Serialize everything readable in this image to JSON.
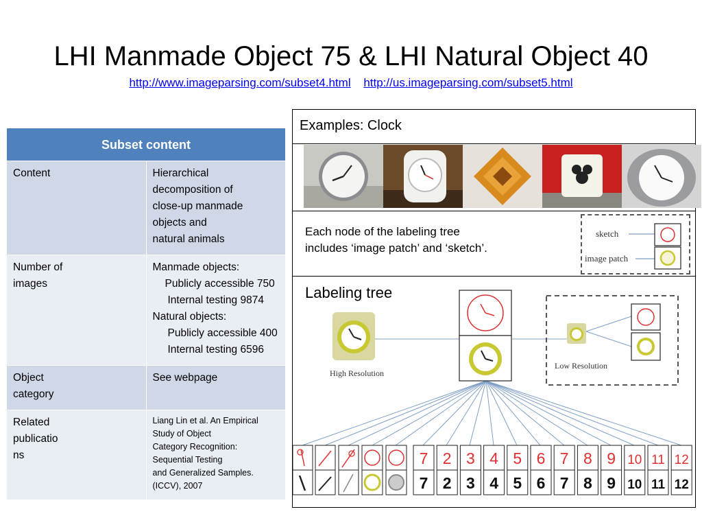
{
  "slide": {
    "title": "LHI Manmade Object 75 & LHI Natural Object 40",
    "links": [
      "http://www.imageparsing.com/subset4.html",
      "http://us.imageparsing.com/subset5.html"
    ]
  },
  "table": {
    "header": "Subset content",
    "content_label": "Content",
    "content_lines": [
      "Hierarchical decomposition of",
      "close-up manmade  objects and",
      "natural animals"
    ],
    "images_label": [
      "Number of",
      "images"
    ],
    "images_lines": [
      "Manmade objects:",
      "Publicly accessible 750",
      "Internal testing 9874",
      "Natural objects:",
      "Publicly accessible 400",
      "Internal testing  6596"
    ],
    "category_label": [
      "Object",
      "category"
    ],
    "category_value": "See webpage",
    "related_label": [
      "Related",
      "publicatio",
      "ns"
    ],
    "related_lines": [
      "Liang Lin et al. An Empirical Study of Object",
      "Category Recognition: Sequential Testing",
      "and Generalized Samples. (ICCV), 2007"
    ]
  },
  "panel": {
    "examples_label": "Examples: Clock",
    "note_lines": [
      "Each node of the labeling tree",
      "includes ‘image patch’ and ‘sketch’."
    ],
    "legend_sketch": "sketch",
    "legend_patch": "image patch",
    "tree_title": "Labeling tree",
    "high_res": "High Resolution",
    "low_res": "Low Resolution",
    "digits": [
      "7",
      "2",
      "3",
      "4",
      "5",
      "6",
      "7",
      "8",
      "9",
      "10",
      "11",
      "12"
    ]
  },
  "colors": {
    "header_blue": "#4f81bd",
    "row_dark": "#d0d8e8",
    "row_light": "#e9edf4",
    "link": "#0000ee",
    "sketch_red": "#e03030",
    "tree_line": "#7f9fc8",
    "clock_yellow": "#c8c832"
  }
}
